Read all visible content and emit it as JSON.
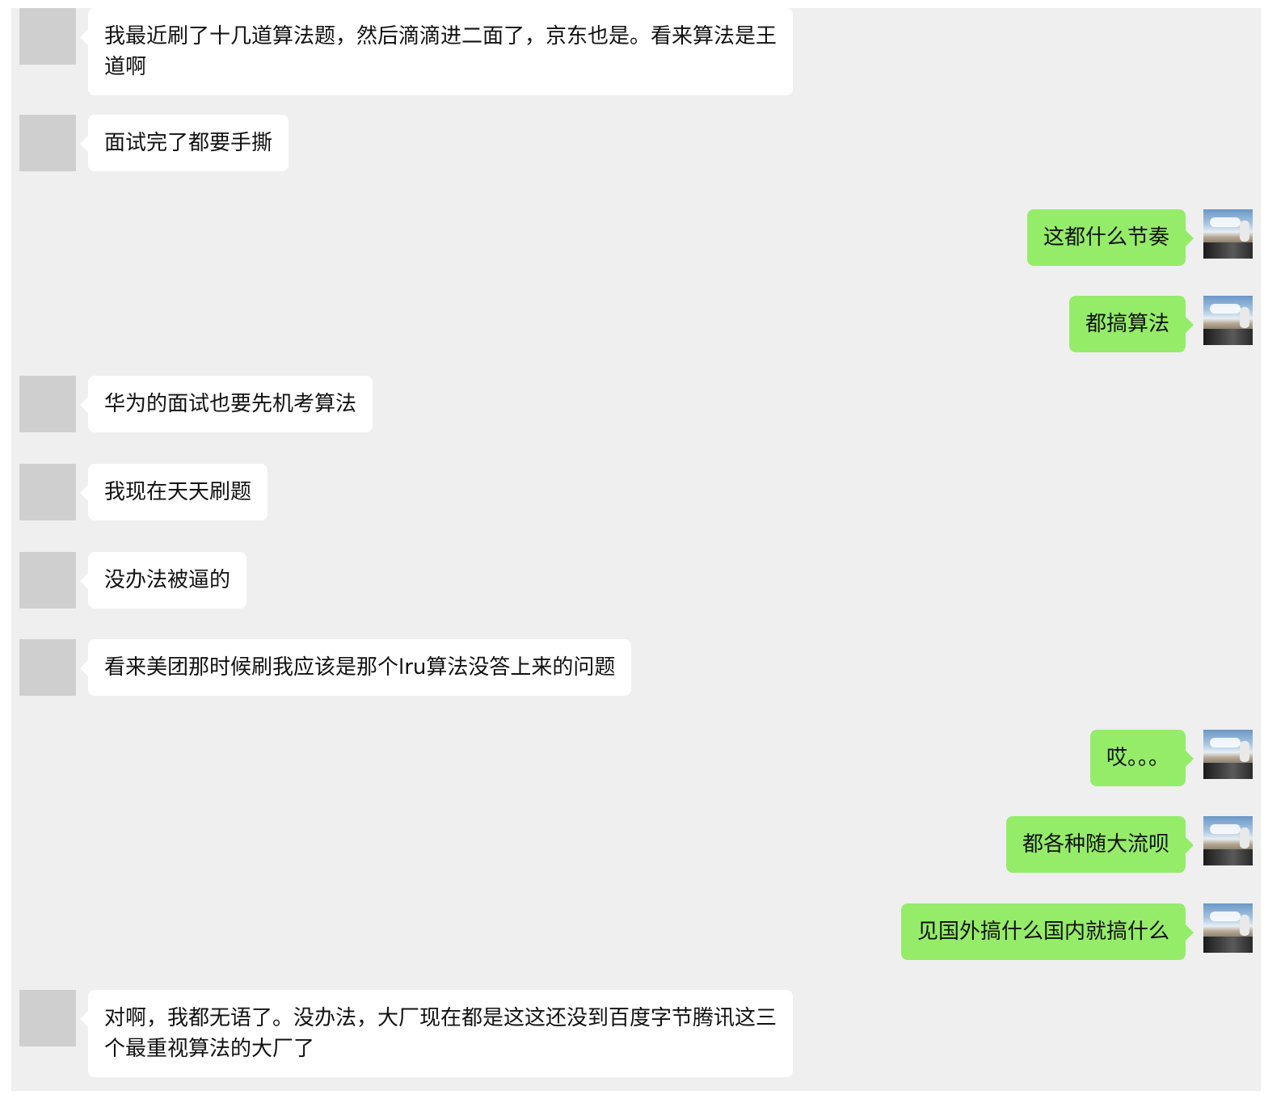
{
  "messages": [
    {
      "side": "left",
      "text": "我最近刷了十几道算法题，然后滴滴进二面了，京东也是。看来算法是王道啊"
    },
    {
      "side": "left",
      "text": "面试完了都要手撕"
    },
    {
      "side": "right",
      "text": "这都什么节奏"
    },
    {
      "side": "right",
      "text": "都搞算法"
    },
    {
      "side": "left",
      "text": "华为的面试也要先机考算法"
    },
    {
      "side": "left",
      "text": "我现在天天刷题"
    },
    {
      "side": "left",
      "text": "没办法被逼的"
    },
    {
      "side": "left",
      "text": "看来美团那时候刷我应该是那个lru算法没答上来的问题"
    },
    {
      "side": "right",
      "text": "哎。。。"
    },
    {
      "side": "right",
      "text": "都各种随大流呗"
    },
    {
      "side": "right",
      "text": "见国外搞什么国内就搞什么"
    },
    {
      "side": "left",
      "text": "对啊，我都无语了。没办法，大厂现在都是这这还没到百度字节腾讯这三个最重视算法的大厂了"
    }
  ]
}
